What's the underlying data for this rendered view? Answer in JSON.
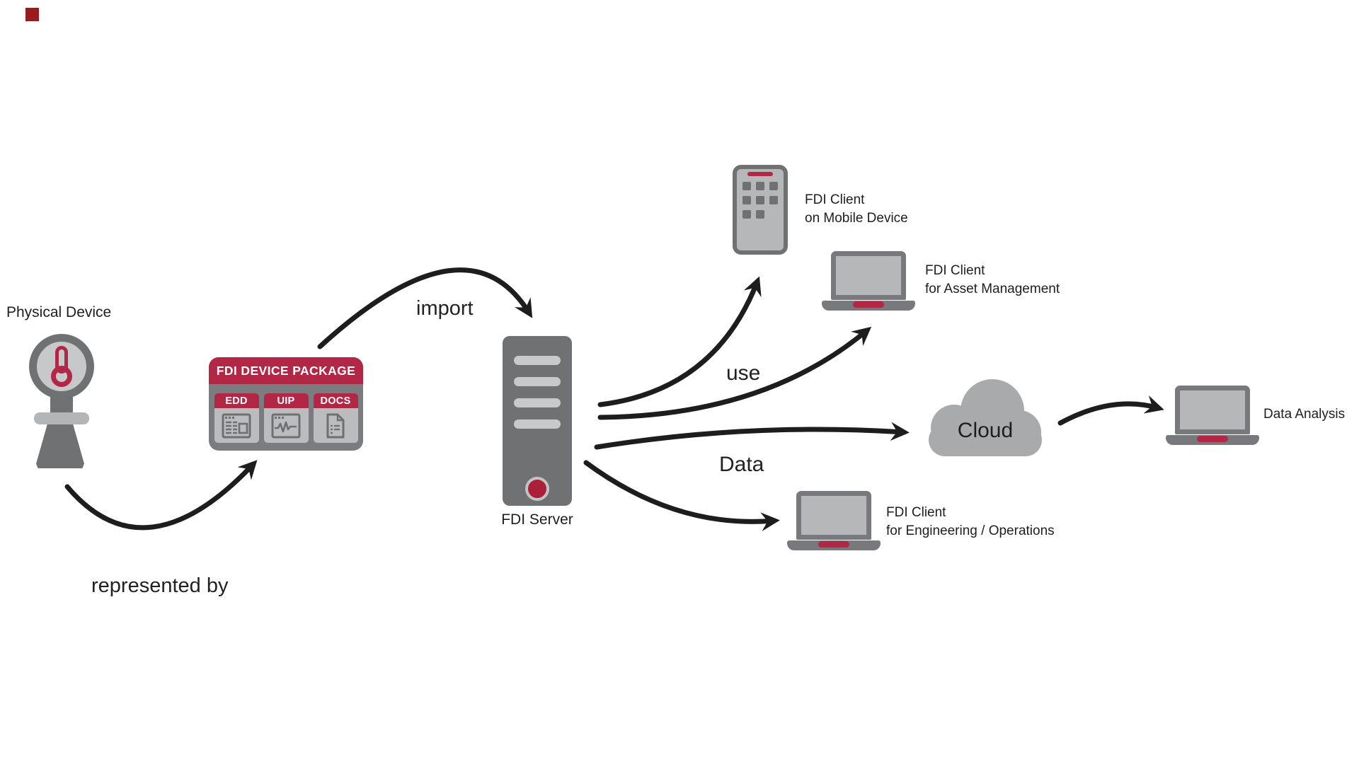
{
  "colors": {
    "accent_red": "#b22746",
    "dark_gray": "#6f7173",
    "light_gray": "#b5b7b9",
    "cloud_gray": "#a8aaac",
    "arrow_ink": "#1d1d1f",
    "corner_mark_red": "#991b1e"
  },
  "physical_device": {
    "label": "Physical Device",
    "icon": "thermometer-gauge-icon"
  },
  "package": {
    "title": "FDI DEVICE PACKAGE",
    "components": [
      {
        "label": "EDD",
        "icon": "form-icon"
      },
      {
        "label": "UIP",
        "icon": "waveform-icon"
      },
      {
        "label": "DOCS",
        "icon": "document-icon"
      }
    ]
  },
  "server": {
    "label": "FDI Server",
    "icon": "server-tower-icon"
  },
  "clients": {
    "mobile": {
      "line1": "FDI Client",
      "line2": "on Mobile Device",
      "icon": "smartphone-icon"
    },
    "asset": {
      "line1": "FDI Client",
      "line2": "for Asset Management",
      "icon": "laptop-icon"
    },
    "engineering": {
      "line1": "FDI Client",
      "line2": "for Engineering / Operations",
      "icon": "laptop-icon"
    }
  },
  "cloud": {
    "label": "Cloud",
    "icon": "cloud-icon"
  },
  "data_analysis": {
    "label": "Data Analysis",
    "icon": "laptop-icon"
  },
  "edges": {
    "represented_by": "represented by",
    "import": "import",
    "use": "use",
    "data": "Data"
  }
}
